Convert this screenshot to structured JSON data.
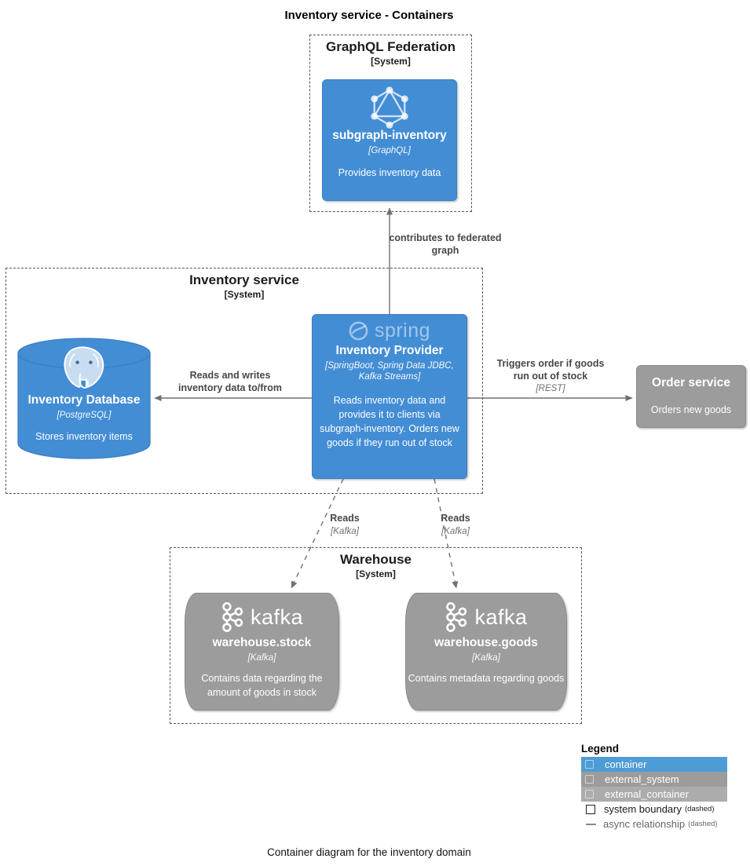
{
  "title": "Inventory service - Containers",
  "caption": "Container diagram for the inventory domain",
  "boundaries": {
    "graphql": {
      "name": "GraphQL Federation",
      "type": "[System]"
    },
    "inventory": {
      "name": "Inventory service",
      "type": "[System]"
    },
    "warehouse": {
      "name": "Warehouse",
      "type": "[System]"
    }
  },
  "nodes": {
    "subgraph_inventory": {
      "title": "subgraph-inventory",
      "tech": "[GraphQL]",
      "description": "Provides inventory data"
    },
    "inventory_database": {
      "title": "Inventory Database",
      "tech": "[PostgreSQL]",
      "description": "Stores inventory items"
    },
    "inventory_provider": {
      "logo_text": "spring",
      "title": "Inventory Provider",
      "tech": "[SpringBoot, Spring Data JDBC, Kafka Streams]",
      "description": "Reads inventory data and provides it to clients via subgraph-inventory. Orders new goods if they run out of stock"
    },
    "order_service": {
      "title": "Order service",
      "description": "Orders new goods"
    },
    "warehouse_stock": {
      "logo_text": "kafka",
      "title": "warehouse.stock",
      "tech": "[Kafka]",
      "description": "Contains data regarding the amount of goods in stock"
    },
    "warehouse_goods": {
      "logo_text": "kafka",
      "title": "warehouse.goods",
      "tech": "[Kafka]",
      "description": "Contains metadata regarding goods"
    }
  },
  "relationships": {
    "federated": {
      "label": "contributes to federated graph"
    },
    "database": {
      "label": "Reads and writes inventory data to/from"
    },
    "order": {
      "label": "Triggers order if goods run out of stock",
      "tech": "[REST]"
    },
    "stock": {
      "label": "Reads",
      "tech": "[Kafka]"
    },
    "goods": {
      "label": "Reads",
      "tech": "[Kafka]"
    }
  },
  "legend": {
    "title": "Legend",
    "rows": [
      {
        "label": "container",
        "color": "#4E9CD5"
      },
      {
        "label": "external_system",
        "color": "#9C9C9C"
      },
      {
        "label": "external_container",
        "color": "#ACACAC"
      },
      {
        "label": "system boundary",
        "note": "(dashed)"
      },
      {
        "label": "async relationship",
        "note": "(dashed)"
      }
    ]
  },
  "colors": {
    "container_fill": "#438DD5",
    "container_border": "#3C7FC0",
    "external_fill": "#9C9C9C",
    "boundary_border": "#565656",
    "relationship_line": "#707070"
  }
}
